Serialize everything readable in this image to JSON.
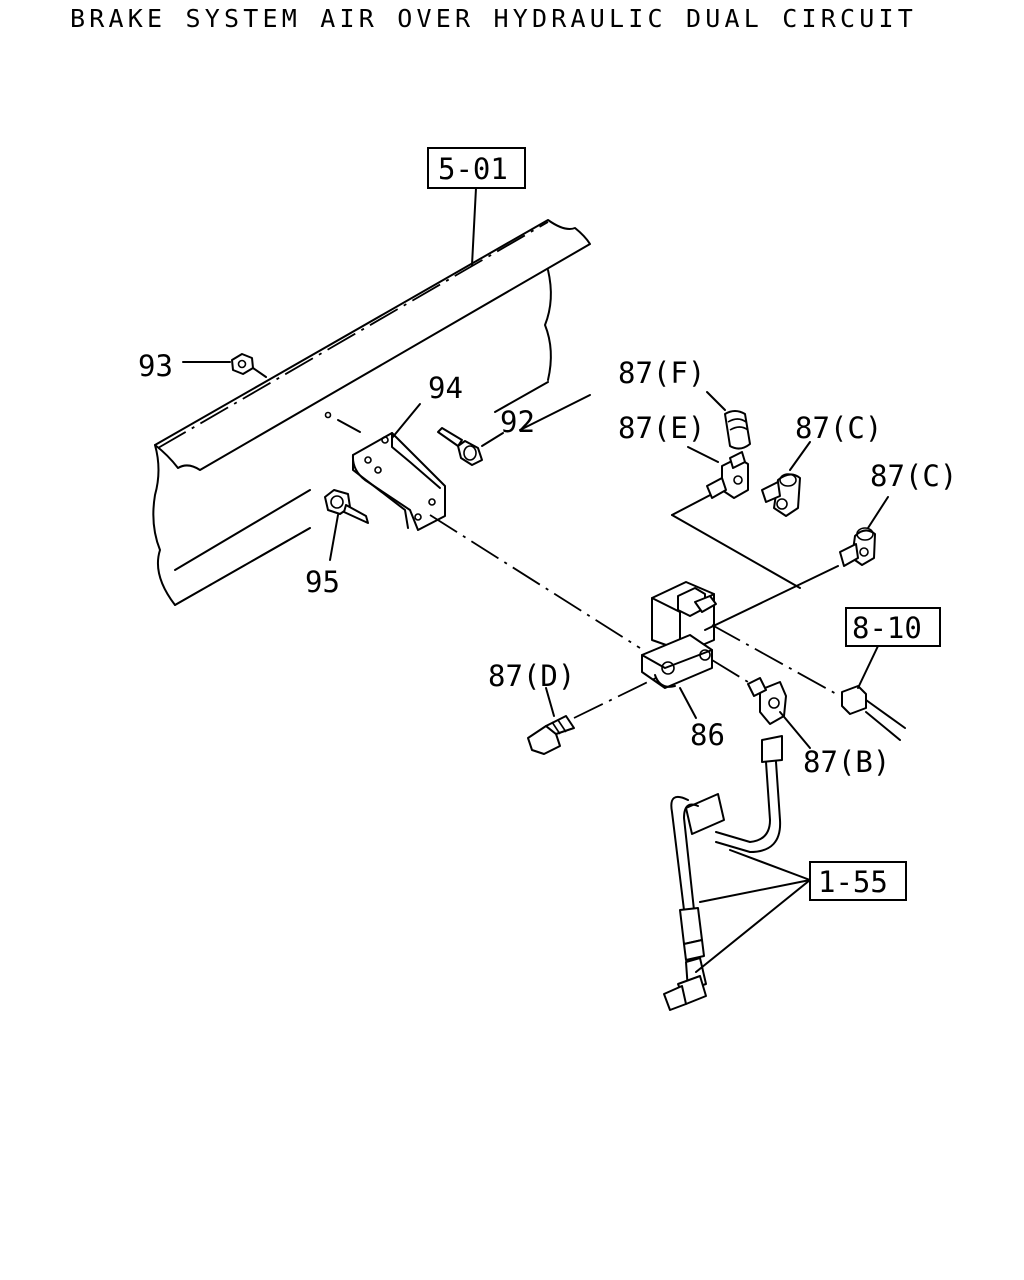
{
  "title": "BRAKE SYSTEM AIR OVER HYDRAULIC DUAL CIRCUIT",
  "references": [
    "5-01",
    "8-10",
    "1-55"
  ],
  "callouts": {
    "c93": "93",
    "c94": "94",
    "c92": "92",
    "c95": "95",
    "c87f": "87(F)",
    "c87e": "87(E)",
    "c87c1": "87(C)",
    "c87c2": "87(C)",
    "c87d": "87(D)",
    "c86": "86",
    "c87b": "87(B)"
  }
}
